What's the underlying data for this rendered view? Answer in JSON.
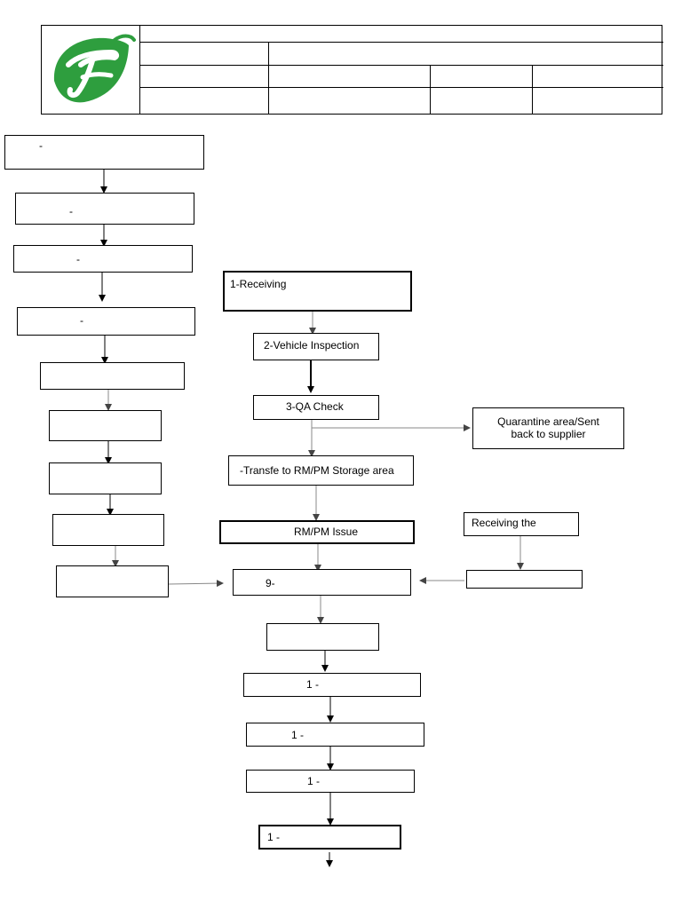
{
  "header": {
    "logo_name": "green-leaf-f-logo"
  },
  "flowchart": {
    "left_column": [
      "-",
      "-",
      "-",
      "-",
      "",
      "",
      "",
      "",
      ""
    ],
    "step1": "1-Receiving",
    "step2": "2-Vehicle Inspection",
    "step3": "3-QA Check",
    "quarantine": "Quarantine area/Sent back to supplier",
    "transfer": "-Transfe  to RM/PM Storage area",
    "issue": "RM/PM Issue",
    "receiving_the": "Receiving the",
    "step9": "9-",
    "lower_steps": [
      "",
      "1  -",
      "1  -",
      "1  -",
      "1  -"
    ]
  },
  "colors": {
    "logo_green": "#2e9e3e",
    "line": "#000000",
    "arrow_gray": "#8a8a8a"
  }
}
